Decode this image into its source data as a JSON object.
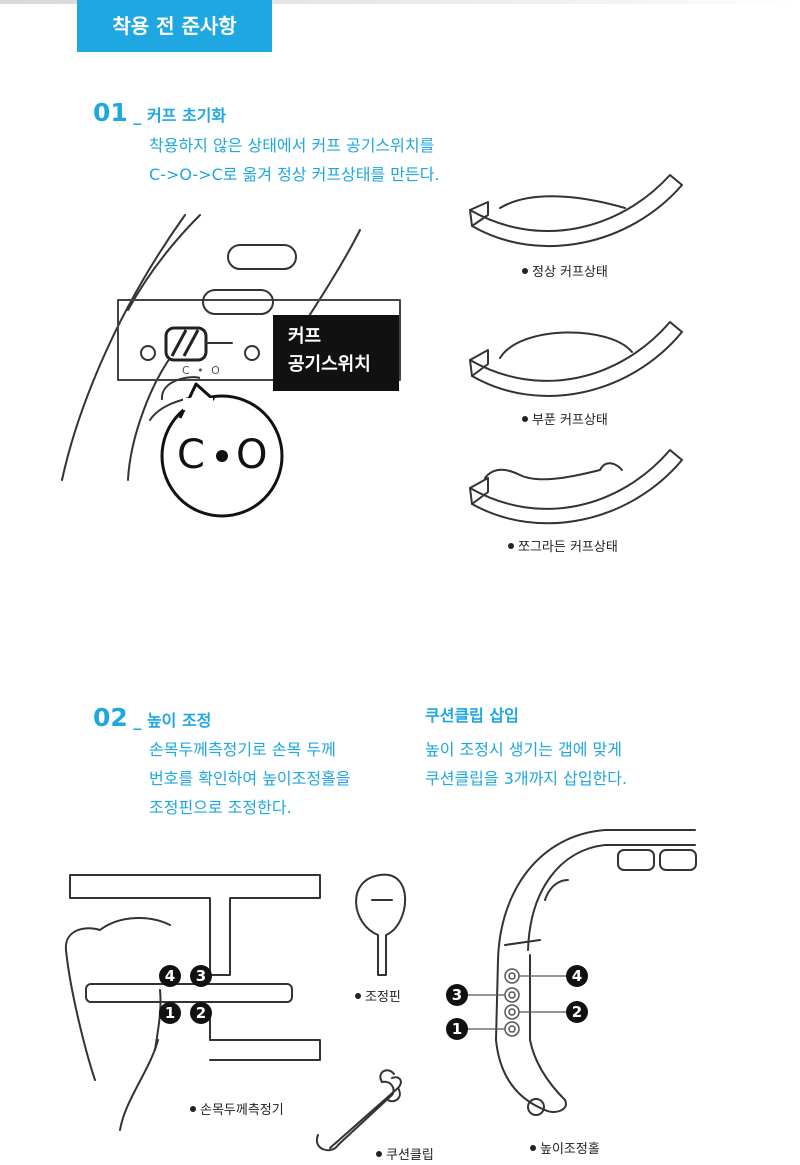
{
  "header": {
    "title": "착용 전 준사항"
  },
  "step1": {
    "number": "01",
    "title": "커프 초기화",
    "desc_line1": "착용하지 않은 상태에서 커프 공기스위치를",
    "desc_line2": "C->O->C로 옮겨 정상 커프상태를 만든다.",
    "callout_line1": "커프",
    "callout_line2": "공기스위치",
    "switch_small": "C • O",
    "switch_big_c": "C",
    "switch_big_o": "O",
    "captions": {
      "normal": "정상 커프상태",
      "swollen": "부푼 커프상태",
      "wrinkled": "쪼그라든 커프상태"
    }
  },
  "step2": {
    "number": "02",
    "title": "높이 조정",
    "desc_line1": "손목두께측정기로 손목 두께",
    "desc_line2": "번호를 확인하여 높이조정홀을",
    "desc_line3": "조정핀으로 조정한다.",
    "captions": {
      "gauge": "손목두께측정기",
      "pin": "조정핀",
      "clip": "쿠션클립",
      "hole": "높이조정홀"
    }
  },
  "cushion": {
    "title": "쿠션클립 삽입",
    "desc_line1": "높이 조정시 생기는 갭에 맞게",
    "desc_line2": "쿠션클립을 3개까지 삽입한다."
  },
  "markers": {
    "m1": "1",
    "m2": "2",
    "m3": "3",
    "m4": "4"
  },
  "colors": {
    "accent": "#1ea7e1",
    "callout_bg": "#111111",
    "line": "#333333"
  }
}
